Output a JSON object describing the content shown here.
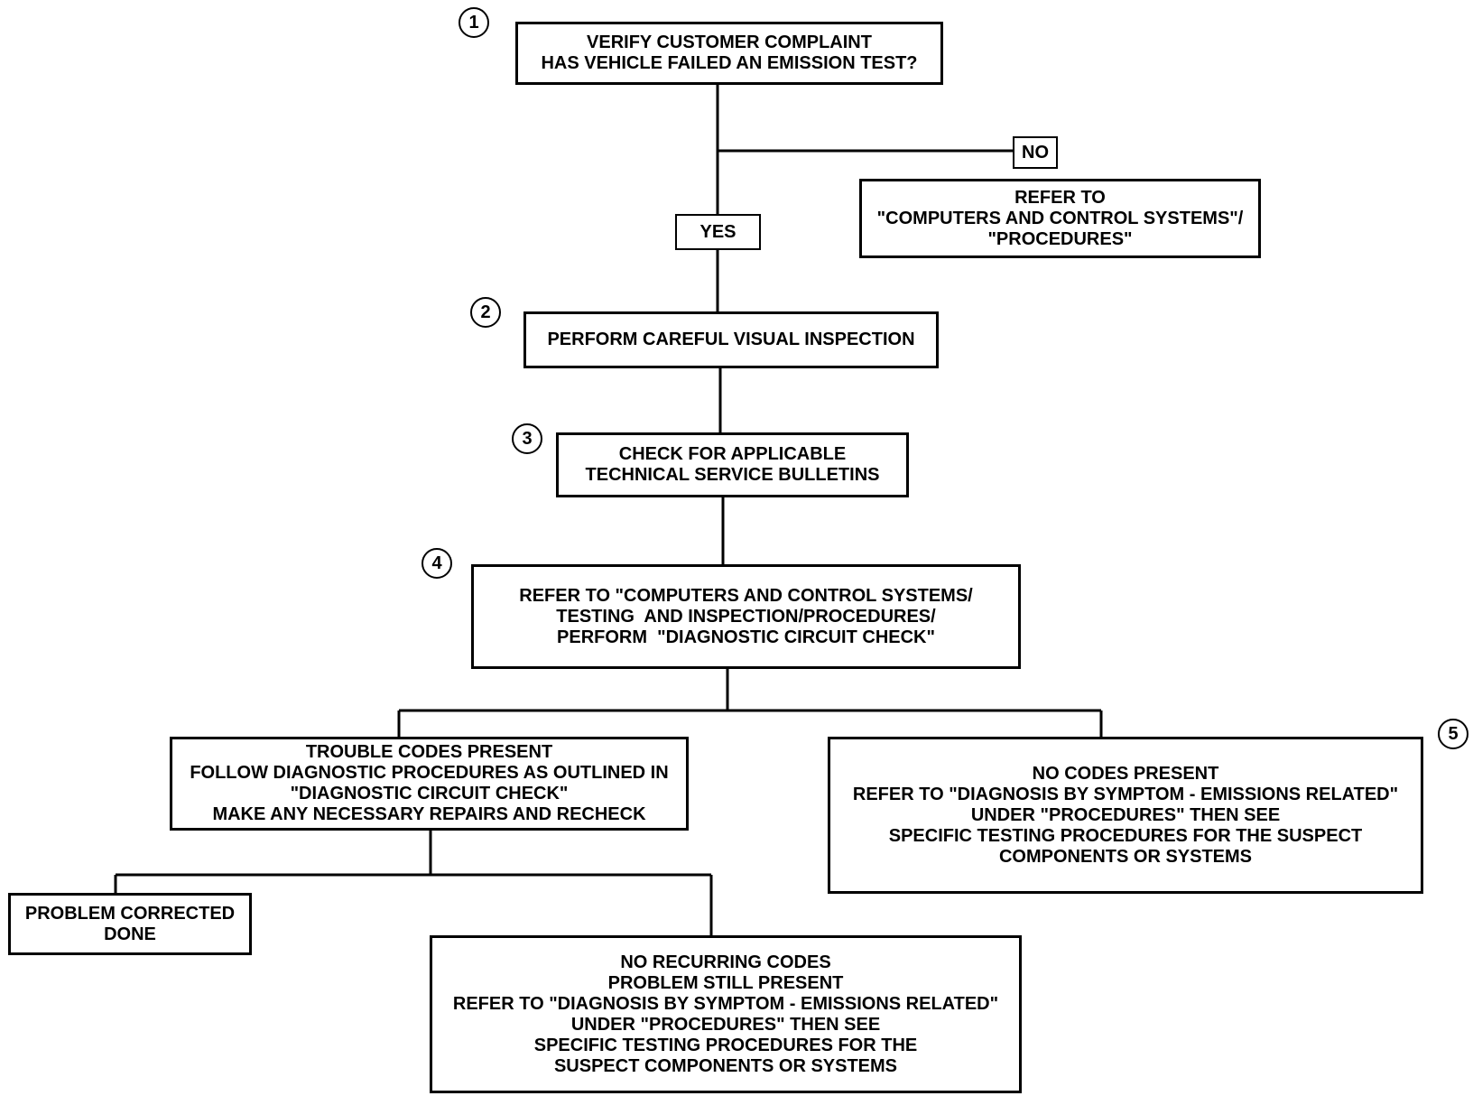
{
  "steps": {
    "s1": "1",
    "s2": "2",
    "s3": "3",
    "s4": "4",
    "s5": "5"
  },
  "boxes": {
    "verify": {
      "lines": [
        "VERIFY CUSTOMER COMPLAINT",
        "HAS VEHICLE FAILED AN EMISSION TEST?"
      ]
    },
    "refer_computers": {
      "lines": [
        "REFER TO",
        "\"COMPUTERS AND CONTROL SYSTEMS\"/",
        "\"PROCEDURES\""
      ]
    },
    "visual": {
      "lines": [
        "PERFORM CAREFUL VISUAL INSPECTION"
      ]
    },
    "tsb": {
      "lines": [
        "CHECK FOR APPLICABLE",
        "TECHNICAL SERVICE BULLETINS"
      ]
    },
    "diag_check": {
      "lines": [
        "REFER TO \"COMPUTERS AND CONTROL SYSTEMS/",
        "TESTING  AND INSPECTION/PROCEDURES/",
        "PERFORM  \"DIAGNOSTIC CIRCUIT CHECK\""
      ]
    },
    "codes_present": {
      "lines": [
        "TROUBLE CODES PRESENT",
        "FOLLOW DIAGNOSTIC PROCEDURES AS OUTLINED IN",
        "\"DIAGNOSTIC CIRCUIT CHECK\"",
        "MAKE ANY NECESSARY REPAIRS AND RECHECK"
      ]
    },
    "no_codes": {
      "lines": [
        "NO CODES PRESENT",
        "REFER TO \"DIAGNOSIS BY SYMPTOM - EMISSIONS RELATED\"",
        "UNDER \"PROCEDURES\" THEN SEE",
        "SPECIFIC TESTING PROCEDURES FOR THE SUSPECT",
        "COMPONENTS OR SYSTEMS"
      ]
    },
    "corrected": {
      "lines": [
        "PROBLEM CORRECTED",
        "DONE"
      ]
    },
    "no_recurring": {
      "lines": [
        "NO RECURRING CODES",
        "PROBLEM STILL PRESENT",
        "REFER TO \"DIAGNOSIS BY SYMPTOM - EMISSIONS RELATED\"",
        "UNDER \"PROCEDURES\" THEN SEE",
        "SPECIFIC TESTING PROCEDURES FOR THE",
        "SUSPECT COMPONENTS OR SYSTEMS"
      ]
    }
  },
  "labels": {
    "yes": "YES",
    "no": "NO"
  }
}
